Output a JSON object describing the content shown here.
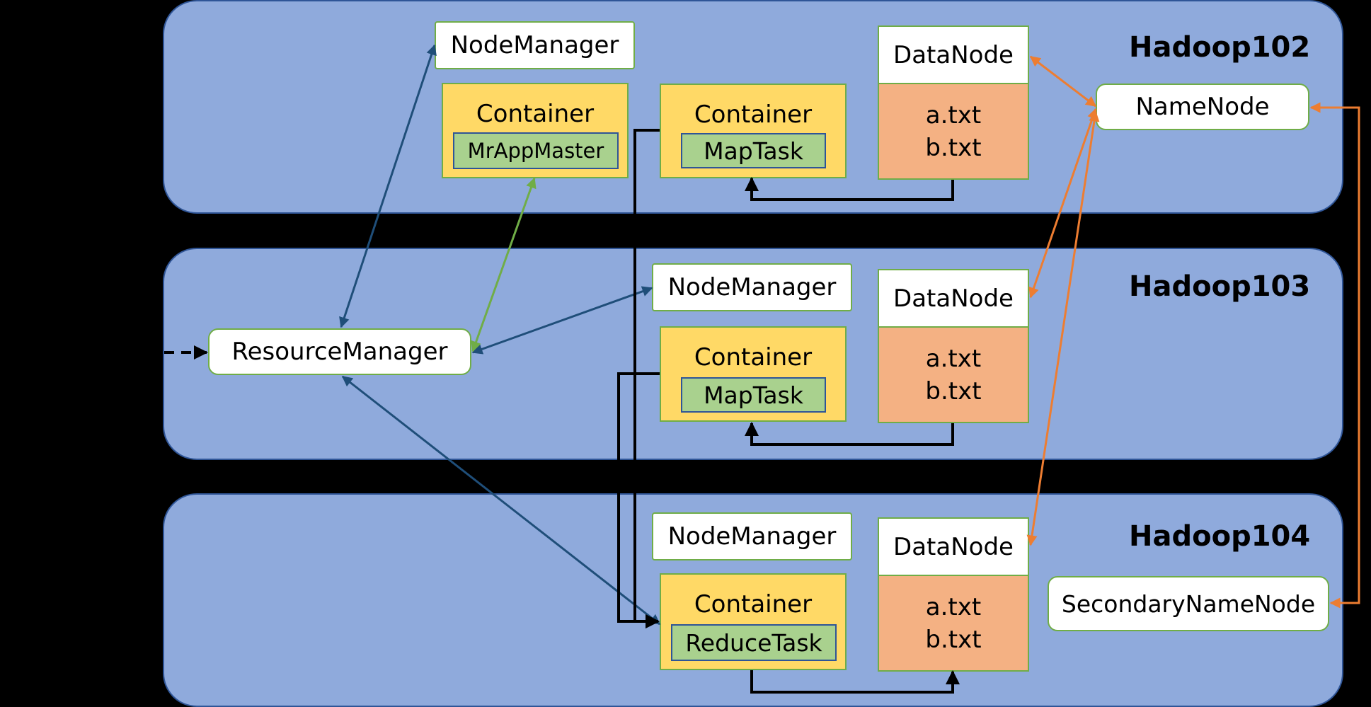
{
  "hosts": [
    {
      "name": "Hadoop102"
    },
    {
      "name": "Hadoop103"
    },
    {
      "name": "Hadoop104"
    }
  ],
  "nodes": {
    "resource_manager": "ResourceManager",
    "namenode": "NameNode",
    "secondary_namenode": "SecondaryNameNode",
    "node_manager": "NodeManager",
    "datanode": "DataNode",
    "container": "Container",
    "mr_app_master": "MrAppMaster",
    "map_task": "MapTask",
    "reduce_task": "ReduceTask",
    "file_a": "a.txt",
    "file_b": "b.txt"
  },
  "colors": {
    "background": "#000000",
    "host_fill": "#8faadc",
    "host_border": "#2f5597",
    "container_fill": "#ffd966",
    "task_fill": "#a9d18e",
    "data_fill": "#f4b183",
    "link_blue": "#1f4e79",
    "link_orange": "#ed7d31",
    "link_green": "#70ad47"
  }
}
